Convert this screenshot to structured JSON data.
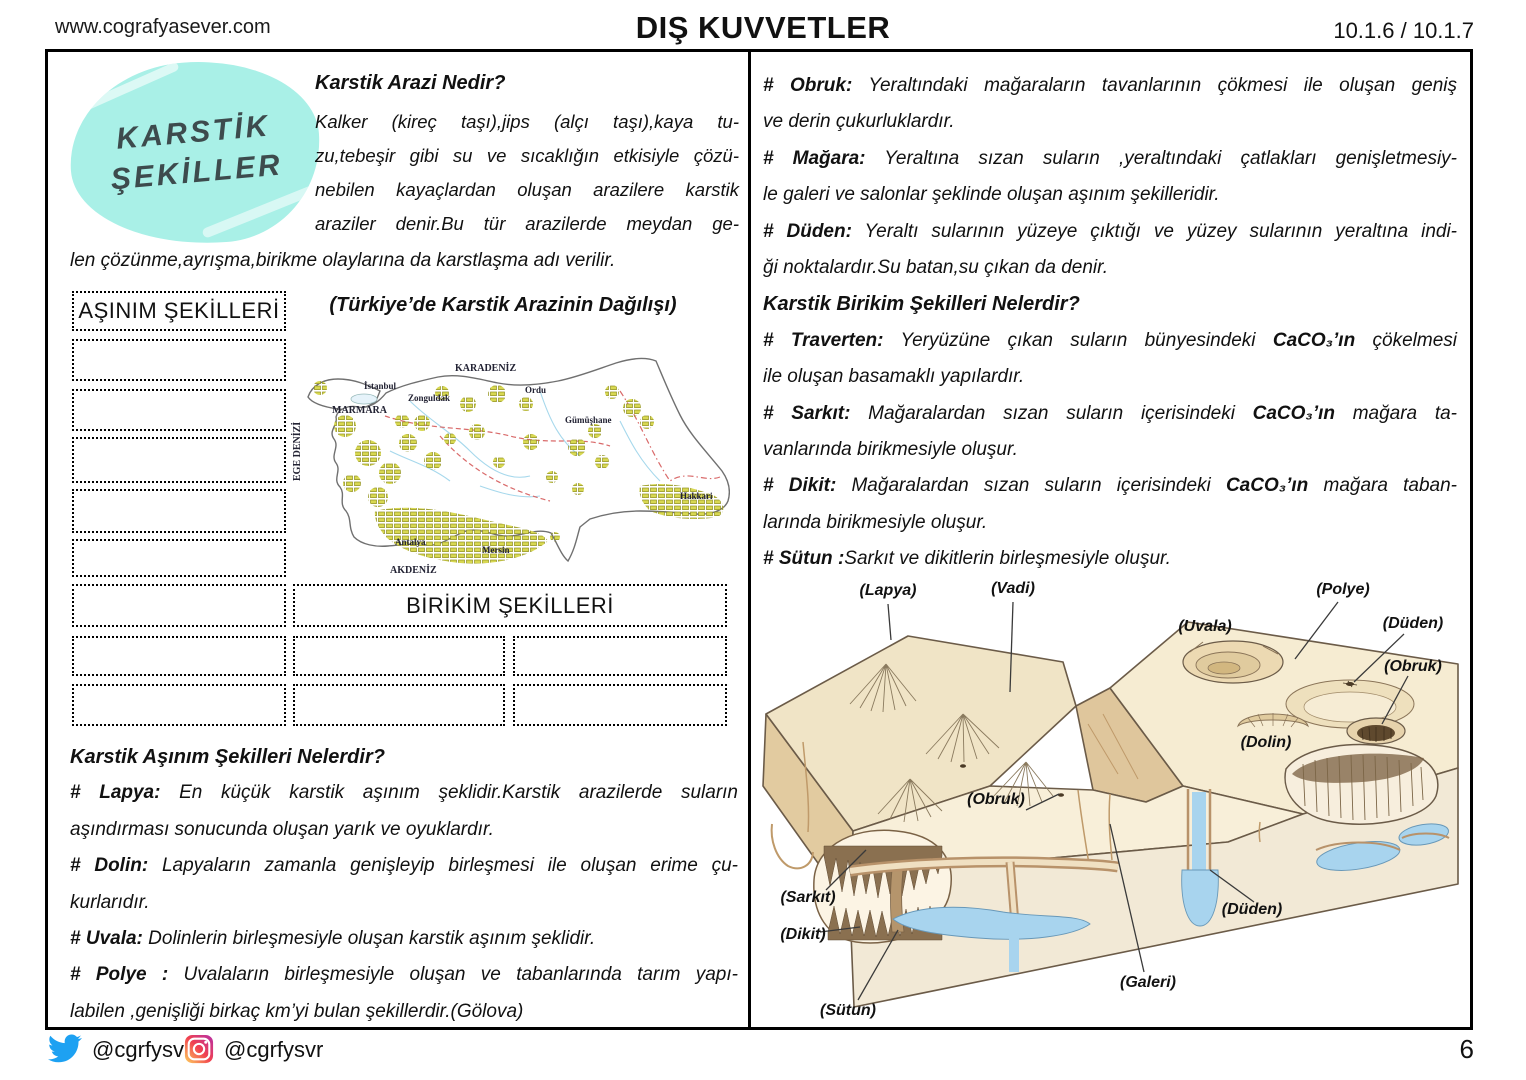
{
  "header": {
    "site": "www.cografyasever.com",
    "title": "DIŞ KUVVETLER",
    "code": "10.1.6 / 10.1.7"
  },
  "badge": {
    "line1": "KARSTİK",
    "line2": "ŞEKİLLER"
  },
  "intro": {
    "heading": "Karstik Arazi Nedir?",
    "lines": [
      "Kalker (kireç taşı),jips (alçı taşı),kaya tu-",
      "zu,tebeşir gibi su ve sıcaklığın etkisiyle çözü-",
      "nebilen kayaçlardan oluşan arazilere karstik",
      "araziler denir.Bu tür arazilerde meydan ge-"
    ],
    "tail": "len çözünme,ayrışma,birikme olaylarına da karstlaşma adı verilir."
  },
  "boxes": {
    "asinim_title": "AŞINIM ŞEKİLLERİ",
    "birikim_title": "BİRİKİM ŞEKİLLERİ"
  },
  "map": {
    "caption": "(Türkiye’de Karstik Arazinin Dağılışı)",
    "labels": [
      "KARADENİZ",
      "İstanbul",
      "Zonguldak",
      "MARMARA",
      "Ordu",
      "Gümüşhane",
      "EGE DENİZİ",
      "Hakkari",
      "Antalya",
      "Mersin",
      "AKDENİZ"
    ]
  },
  "asinim": {
    "heading": "Karstik Aşınım Şekilleri Nelerdir?",
    "lines": [
      {
        "b": "# Lapya:",
        "t": " En küçük karstik aşınım şeklidir.Karstik arazilerde suların"
      },
      {
        "t": "aşındırması sonucunda oluşan yarık ve oyuklardır."
      },
      {
        "b": "# Dolin:",
        "t": " Lapyaların zamanla genişleyip birleşmesi ile oluşan erime çu-"
      },
      {
        "t": "kurlarıdır."
      },
      {
        "b": "# Uvala:",
        "t": " Dolinlerin birleşmesiyle oluşan karstik aşınım şeklidir."
      },
      {
        "b": "# Polye :",
        "t": " Uvalaların birleşmesiyle oluşan ve tabanlarında tarım yapı-"
      },
      {
        "t": "labilen ,genişliği birkaç km’yi bulan şekillerdir.(Gölova)"
      }
    ]
  },
  "right": {
    "lines": [
      {
        "b": "# Obruk:",
        "t": " Yeraltındaki mağaraların tavanlarının çökmesi ile oluşan geniş"
      },
      {
        "t": "ve derin çukurluklardır."
      },
      {
        "b": "# Mağara:",
        "t": " Yeraltına sızan suların ,yeraltındaki çatlakları genişletmesiy-"
      },
      {
        "t": "le galeri ve salonlar şeklinde oluşan aşınım şekilleridir."
      },
      {
        "b": "# Düden:",
        "t": " Yeraltı sularının yüzeye çıktığı ve yüzey sularının yeraltına indi-"
      },
      {
        "t": "ği noktalardır.Su batan,su çıkan da denir."
      }
    ],
    "birikim_heading": "Karstik Birikim Şekilleri Nelerdir?",
    "birikim_lines": [
      {
        "b": "# Traverten:",
        "t": " Yeryüzüne çıkan suların bünyesindeki ",
        "b2": "CaCO₃’ın",
        "t2": " çökelmesi"
      },
      {
        "t": "ile oluşan basamaklı yapılardır."
      },
      {
        "b": "# Sarkıt:",
        "t": " Mağaralardan sızan suların içerisindeki ",
        "b2": "CaCO₃’ın",
        "t2": " mağara ta-"
      },
      {
        "t": "vanlarında birikmesiyle oluşur."
      },
      {
        "b": "# Dikit:",
        "t": " Mağaralardan sızan suların içerisindeki ",
        "b2": "CaCO₃’ın",
        "t2": " mağara taban-"
      },
      {
        "t": "larında birikmesiyle oluşur."
      },
      {
        "b": "# Sütun :",
        "t": "Sarkıt ve dikitlerin birleşmesiyle oluşur."
      }
    ]
  },
  "diagram": {
    "labels": [
      "(Lapya)",
      "(Vadi)",
      "(Polye)",
      "(Uvala)",
      "(Düden)",
      "(Obruk)",
      "(Dolin)",
      "(Obruk)",
      "(Sarkıt)",
      "(Dikit)",
      "(Düden)",
      "(Galeri)",
      "(Sütun)"
    ]
  },
  "footer": {
    "twitter": "@cgrfysvr",
    "instagram": "@cgrfysvr",
    "page": "6"
  }
}
